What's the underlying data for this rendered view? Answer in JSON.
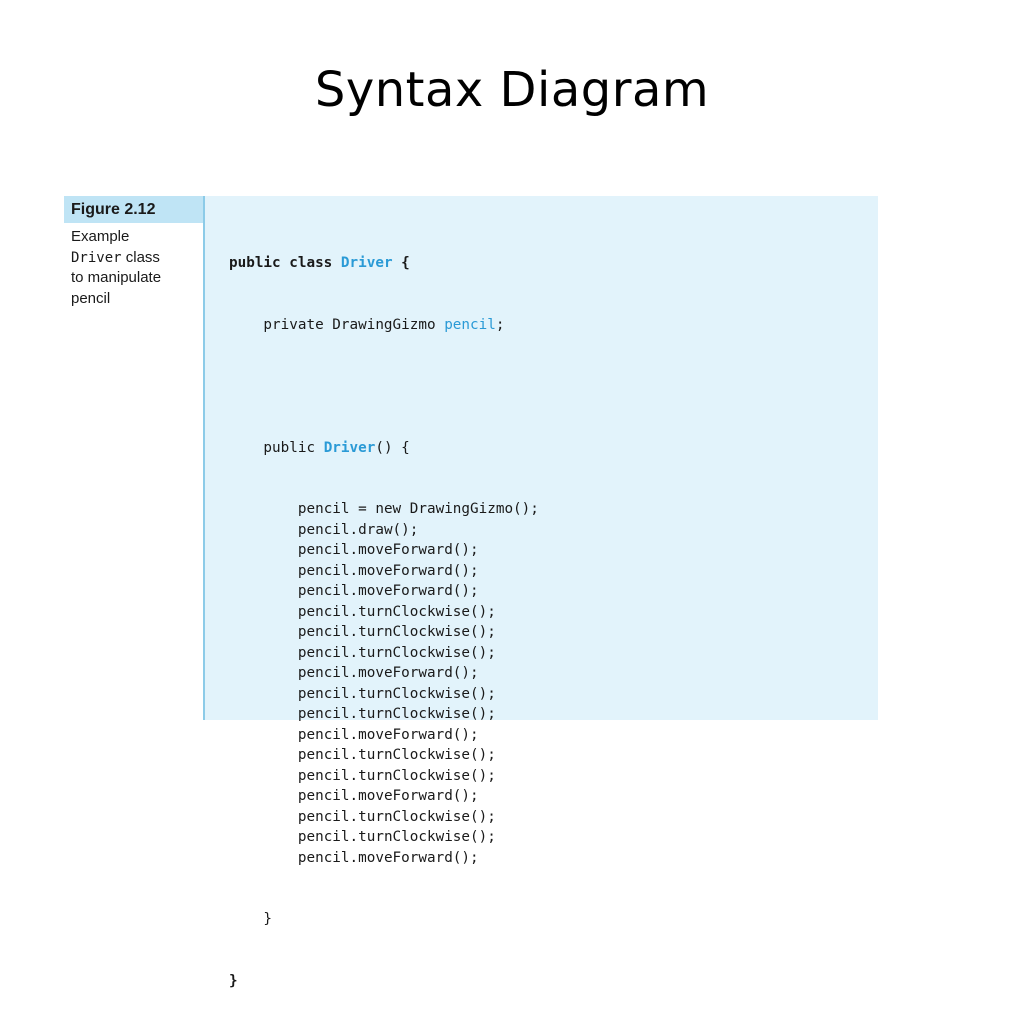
{
  "slide": {
    "title": "Syntax Diagram"
  },
  "figure": {
    "label": "Figure 2.12",
    "desc_line1": "Example",
    "desc_code": "Driver",
    "desc_line2_rest": " class",
    "desc_line3": "to manipulate",
    "desc_line4": "pencil"
  },
  "code": {
    "line1": {
      "kw": "public class ",
      "name": "Driver",
      "rest": " {"
    },
    "line2": {
      "pre": "    private DrawingGizmo ",
      "name": "pencil",
      "rest": ";"
    },
    "line4": {
      "pre": "    public ",
      "name": "Driver",
      "rest": "() {"
    },
    "body": [
      "pencil = new DrawingGizmo();",
      "pencil.draw();",
      "pencil.moveForward();",
      "pencil.moveForward();",
      "pencil.moveForward();",
      "pencil.turnClockwise();",
      "pencil.turnClockwise();",
      "pencil.turnClockwise();",
      "pencil.moveForward();",
      "pencil.turnClockwise();",
      "pencil.turnClockwise();",
      "pencil.moveForward();",
      "pencil.turnClockwise();",
      "pencil.turnClockwise();",
      "pencil.moveForward();",
      "pencil.turnClockwise();",
      "pencil.turnClockwise();",
      "pencil.moveForward();"
    ],
    "close_inner": "    }",
    "close_outer": "}"
  }
}
